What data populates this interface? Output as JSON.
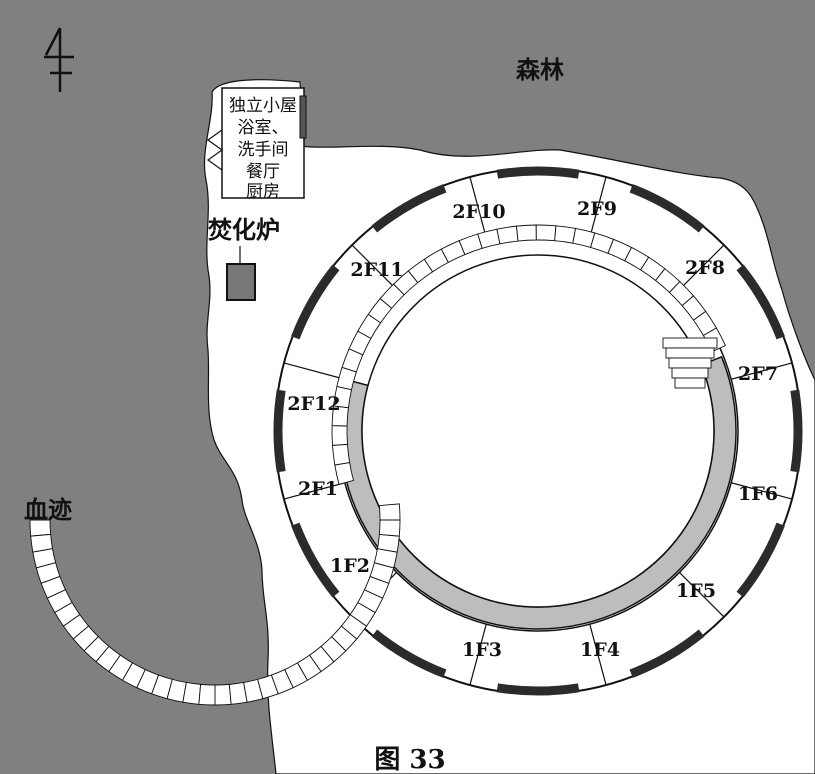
{
  "map": {
    "forest_label": "森林",
    "cottage_lines": [
      "独立小屋",
      "浴室、",
      "洗手间",
      "餐厅",
      "厨房"
    ],
    "incinerator_label": "焚化炉",
    "blood_label": "血迹",
    "caption": "图 33",
    "rooms": [
      "2F10",
      "2F9",
      "2F8",
      "2F7",
      "2F11",
      "2F12",
      "2F1",
      "1F2",
      "1F3",
      "1F4",
      "1F5",
      "1F6"
    ],
    "colors": {
      "forest": "#808080",
      "ground": "#ffffff",
      "ramp": "#bdbdbd",
      "window": "#2b2b2b",
      "line": "#111111"
    }
  }
}
